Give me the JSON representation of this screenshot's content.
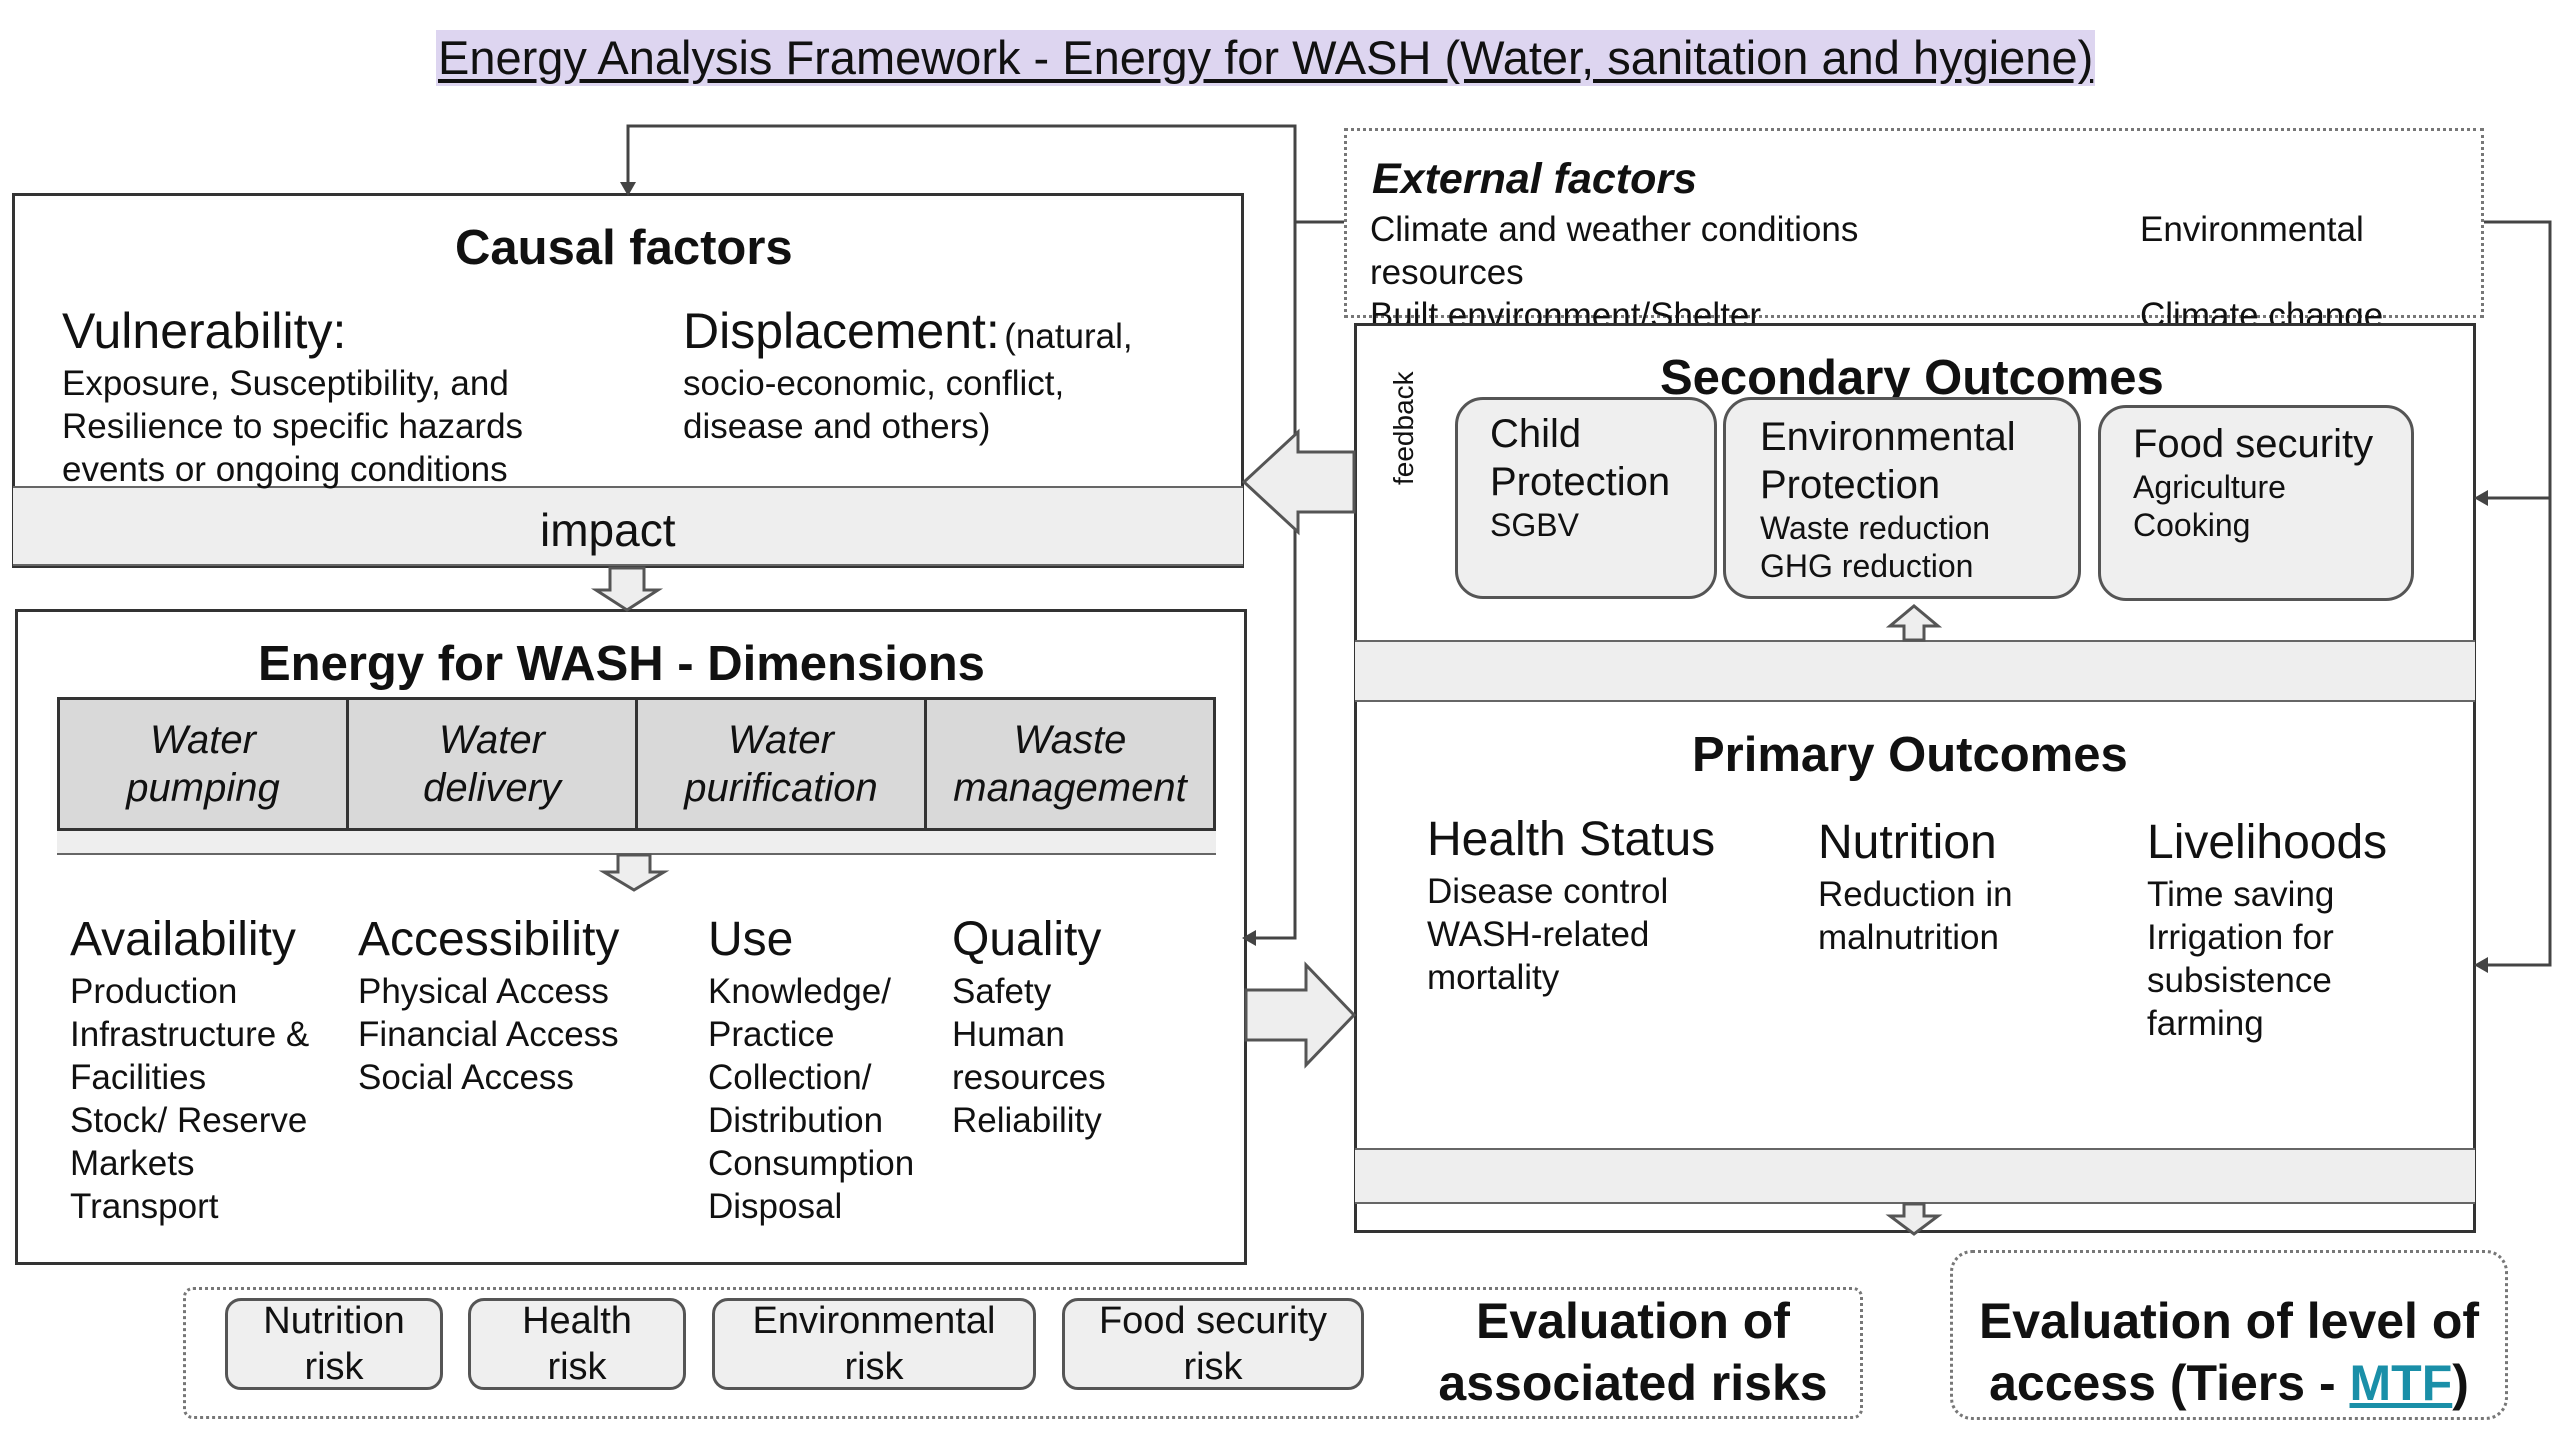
{
  "title": "Energy Analysis Framework - Energy for WASH (Water, sanitation and hygiene)",
  "external": {
    "heading": "External factors",
    "items": [
      "Climate and weather conditions",
      "Environmental",
      "resources",
      "Built environment/Shelter",
      "Climate change"
    ]
  },
  "causal": {
    "heading": "Causal factors",
    "vulnerability": {
      "title": "Vulnerability:",
      "lines": [
        "Exposure, Susceptibility, and",
        "Resilience to specific hazards",
        "events or ongoing conditions"
      ]
    },
    "displacement": {
      "title": "Displacement:",
      "title_note": "(natural,",
      "lines": [
        "socio-economic, conflict,",
        "disease and others)"
      ]
    },
    "impact_label": "impact"
  },
  "dimensions": {
    "heading": "Energy for WASH - Dimensions",
    "cells": [
      {
        "line1": "Water",
        "line2": "pumping"
      },
      {
        "line1": "Water",
        "line2": "delivery"
      },
      {
        "line1": "Water",
        "line2": "purification"
      },
      {
        "line1": "Waste",
        "line2": "management"
      }
    ],
    "columns": [
      {
        "title": "Availability",
        "items": [
          "Production",
          "Infrastructure &",
          "Facilities",
          "Stock/ Reserve",
          "Markets",
          "Transport"
        ]
      },
      {
        "title": "Accessibility",
        "items": [
          "Physical Access",
          "Financial Access",
          "Social Access"
        ]
      },
      {
        "title": "Use",
        "items": [
          "Knowledge/",
          "Practice",
          "Collection/",
          "Distribution",
          "Consumption",
          "Disposal"
        ]
      },
      {
        "title": "Quality",
        "items": [
          "Safety",
          "Human",
          "resources",
          "Reliability"
        ]
      }
    ]
  },
  "secondary": {
    "heading": "Secondary Outcomes",
    "feedback_label": "feedback",
    "pills": [
      {
        "title_lines": [
          "Child",
          "Protection"
        ],
        "sub_lines": [
          "SGBV"
        ]
      },
      {
        "title_lines": [
          "Environmental",
          "Protection"
        ],
        "sub_lines": [
          "Waste reduction",
          "GHG reduction"
        ]
      },
      {
        "title_lines": [
          "Food security"
        ],
        "sub_lines": [
          "Agriculture",
          "Cooking"
        ]
      }
    ]
  },
  "primary": {
    "heading": "Primary Outcomes",
    "columns": [
      {
        "title": "Health Status",
        "items": [
          "Disease control",
          "WASH-related",
          "mortality"
        ]
      },
      {
        "title": "Nutrition",
        "items": [
          "Reduction in",
          "malnutrition"
        ]
      },
      {
        "title": "Livelihoods",
        "items": [
          "Time saving",
          "Irrigation for",
          "subsistence",
          "farming"
        ]
      }
    ]
  },
  "risks": {
    "pills": [
      {
        "line1": "Nutrition",
        "line2": "risk"
      },
      {
        "line1": "Health",
        "line2": "risk"
      },
      {
        "line1": "Environmental",
        "line2": "risk"
      },
      {
        "line1": "Food security",
        "line2": "risk"
      }
    ],
    "heading_line1": "Evaluation of",
    "heading_line2": "associated risks"
  },
  "access": {
    "heading_line1": "Evaluation of level of",
    "heading_line2_prefix": "access (Tiers - ",
    "link_text": "MTF",
    "heading_line2_suffix": ")"
  },
  "colors": {
    "title_highlight": "#ddd5f0",
    "cell_fill": "#d9d9d9",
    "band_fill": "#eeeeee",
    "link": "#1a8fa8"
  }
}
